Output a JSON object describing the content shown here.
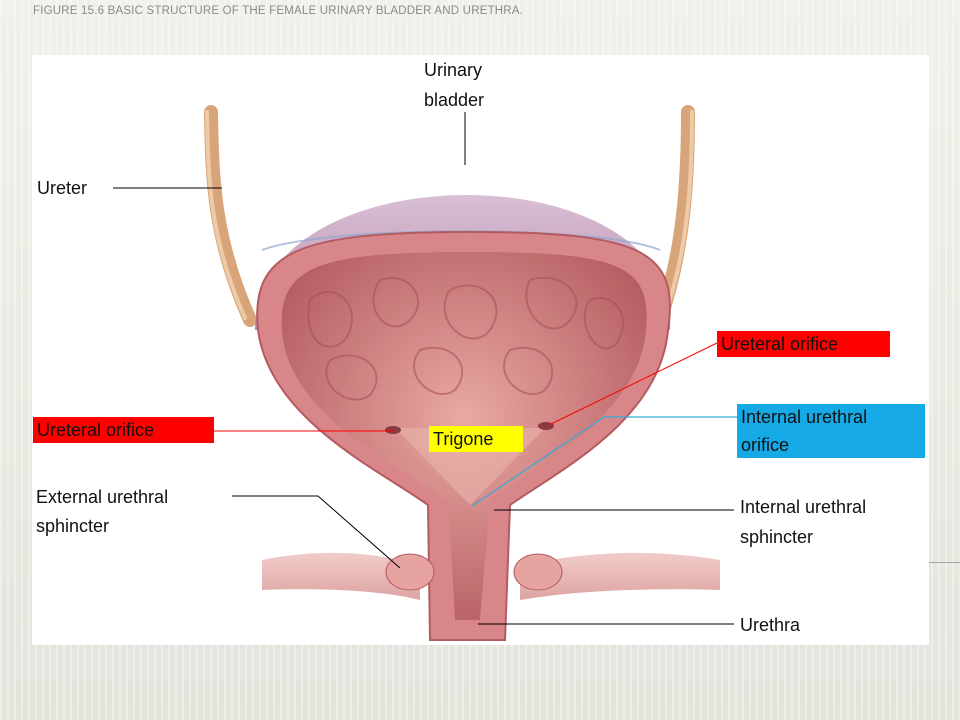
{
  "slide": {
    "title": "FIGURE 15.6 BASIC STRUCTURE OF THE FEMALE URINARY BLADDER AND URETHRA."
  },
  "labels": {
    "urinary_bladder_1": "Urinary",
    "urinary_bladder_2": "bladder",
    "ureter": "Ureter",
    "ureteral_orifice_right": "Ureteral orifice",
    "ureteral_orifice_left": "Ureteral orifice",
    "trigone": "Trigone",
    "internal_urethral_orifice_1": "Internal urethral",
    "internal_urethral_orifice_2": "orifice",
    "external_urethral_sphincter_1": "External urethral",
    "external_urethral_sphincter_2": "sphincter",
    "internal_urethral_sphincter_1": "Internal urethral",
    "internal_urethral_sphincter_2": "sphincter",
    "urethra": "Urethra"
  },
  "colors": {
    "highlight_red": "#ff0000",
    "highlight_yellow": "#ffff00",
    "highlight_blue": "#15a9e6",
    "tissue_outer": "#d9868a",
    "tissue_inner": "#c46b6f",
    "bladder_dome": "#c9a3c2",
    "ureter": "#d8a57a"
  }
}
